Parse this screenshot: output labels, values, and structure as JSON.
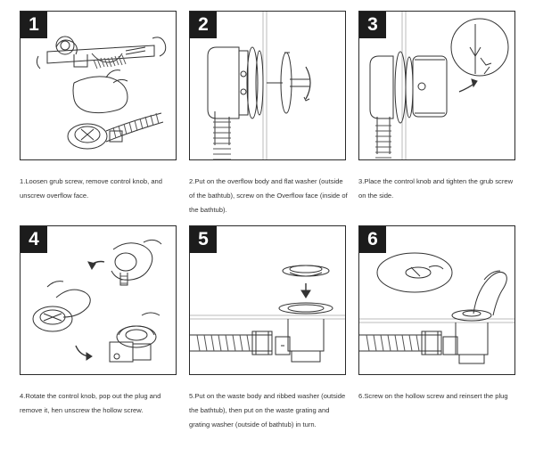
{
  "steps": [
    {
      "number": "1",
      "caption": "1.Loosen grub screw, remove control knob, and unscrew overflow face."
    },
    {
      "number": "2",
      "caption": "2.Put on the overflow body and flat washer (outside of the bathtub), screw on the Overflow face (inside of the bathtub)."
    },
    {
      "number": "3",
      "caption": "3.Place the control knob and tighten the grub screw on the side."
    },
    {
      "number": "4",
      "caption": "4.Rotate the control knob, pop out the plug and remove it, hen unscrew the hollow screw."
    },
    {
      "number": "5",
      "caption": "5.Put on the waste body and ribbed washer (outside the bathtub), then put on the waste grating and grating washer (outside of bathtub) in turn."
    },
    {
      "number": "6",
      "caption": "6.Screw on the hollow screw and reinsert the plug"
    }
  ]
}
